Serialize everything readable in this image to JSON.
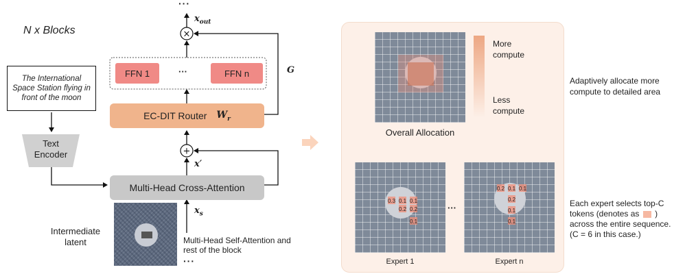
{
  "left": {
    "blocks_label": "N x Blocks",
    "prompt_text": "The International Space Station flying in front of the moon",
    "text_encoder": "Text Encoder",
    "latent_label": "Intermediate latent",
    "self_attn_label": "Multi-Head Self-Attention and rest of the block",
    "mhca": "Multi-Head Cross-Attention",
    "router": "EC-DIT Router",
    "router_weight": "W",
    "router_weight_sub": "r",
    "ffn_first": "FFN 1",
    "ffn_last": "FFN n",
    "ffn_ellipsis": "···",
    "x_s": "x",
    "x_s_sub": "s",
    "x_prime": "x′",
    "x_out": "x",
    "x_out_sub": "out",
    "g_label": "G",
    "dots_top": "···",
    "dots_bottom": "···",
    "plus_symbol": "+",
    "times_symbol": "×"
  },
  "right": {
    "more_compute": "More compute",
    "less_compute": "Less compute",
    "overall_allocation": "Overall Allocation",
    "adaptive_text": "Adaptively allocate more compute to detailed area",
    "expert_1": "Expert 1",
    "expert_n": "Expert n",
    "expert_ellipsis": "···",
    "topc_text_1": "Each expert selects top-C tokens (denotes as",
    "topc_text_2": ") across the entire sequence. (C = 6 in this case.)",
    "expert1_numbers": [
      "0.3",
      "0.1",
      "0.1",
      "0.2",
      "0.2",
      "0.1"
    ],
    "expertn_numbers": [
      "0.2",
      "0.1",
      "0.1",
      "0.2",
      "0.1",
      "0.1"
    ]
  },
  "colors": {
    "ffn": "#f08a86",
    "router": "#f0b48c",
    "mhca": "#c8c8c8",
    "panel": "#fdf0e8",
    "highlight": "#f18d78"
  }
}
